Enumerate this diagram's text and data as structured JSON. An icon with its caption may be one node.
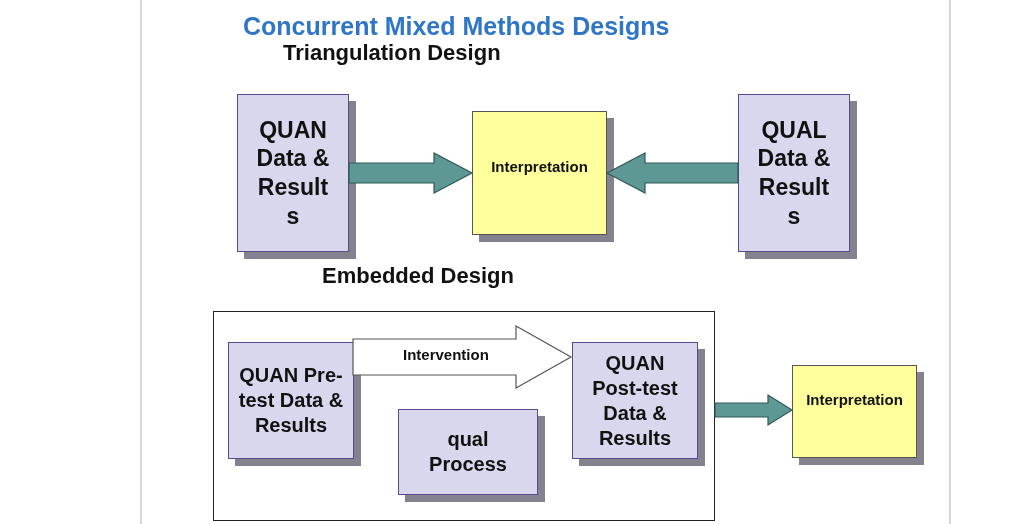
{
  "diagram": {
    "title": "Concurrent Mixed Methods Designs",
    "nodes": [
      {
        "text": [
          "QUAN Data & Result s"
        ]
      },
      {
        "text": [
          "Interpretation"
        ]
      },
      {
        "text": [
          "QUAL Data & Result s"
        ]
      },
      {
        "text": [],
        "shape": "box"
      },
      {
        "text": [
          "QUAN Pre-test Data & Results"
        ],
        "in": 3
      },
      {
        "text": [
          "qual Process"
        ],
        "in": 3
      },
      {
        "text": [
          "QUAN Post-test Data & Results"
        ],
        "in": 3
      },
      {
        "text": [
          "Interpretation"
        ]
      }
    ],
    "edges": [
      {
        "from": 0,
        "to": 1,
        "arrow": "to"
      },
      {
        "from": 2,
        "to": 1,
        "arrow": "to"
      },
      {
        "from": 4,
        "to": 6,
        "arrow": "to",
        "label": "Intervention",
        "color": "#ffffff"
      },
      {
        "from": 3,
        "to": 7,
        "arrow": "to"
      }
    ],
    "labels": [
      "Triangulation Design",
      "Embedded Design"
    ]
  }
}
